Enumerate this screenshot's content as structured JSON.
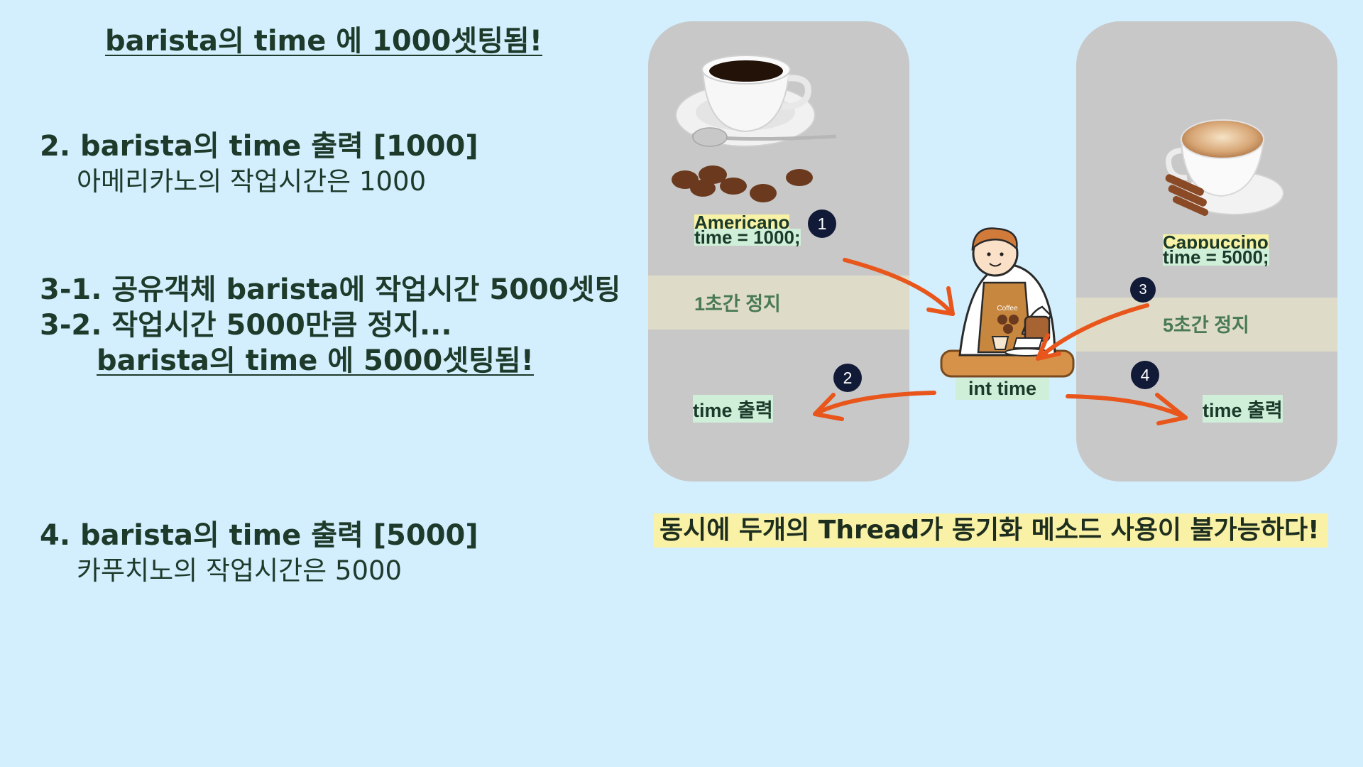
{
  "notes": {
    "top": "barista의 time 에 1000셋팅됨!",
    "step2_title": "2. barista의 time 출력 [1000]",
    "step2_sub": "아메리카노의 작업시간은 1000",
    "step31": "3-1. 공유객체 barista에 작업시간 5000셋팅",
    "step32": "3-2. 작업시간 5000만큼  정지...",
    "step3_result": "barista의 time 에 5000셋팅됨!",
    "step4_title": "4. barista의 time 출력 [5000]",
    "step4_sub": "카푸치노의 작업시간은 5000"
  },
  "left_panel": {
    "name": "Americano",
    "assign": "time = 1000;",
    "pause": "1초간 정지",
    "print": "time 출력"
  },
  "right_panel": {
    "name": "Cappuccino",
    "assign": "time = 5000;",
    "pause": "5초간 정지",
    "print": "time 출력"
  },
  "barista": {
    "field": "int  time",
    "apron_text": "Coffee"
  },
  "badges": [
    "1",
    "2",
    "3",
    "4"
  ],
  "caption": "동시에 두개의 Thread가 동기화 메소드 사용이 불가능하다!",
  "colors": {
    "background": "#d3eefd",
    "panel": "#c8c8c8",
    "arrow": "#e8561c",
    "badge": "#111a36",
    "highlight_yellow": "#f7f2a6",
    "highlight_green": "#cfefd9"
  }
}
